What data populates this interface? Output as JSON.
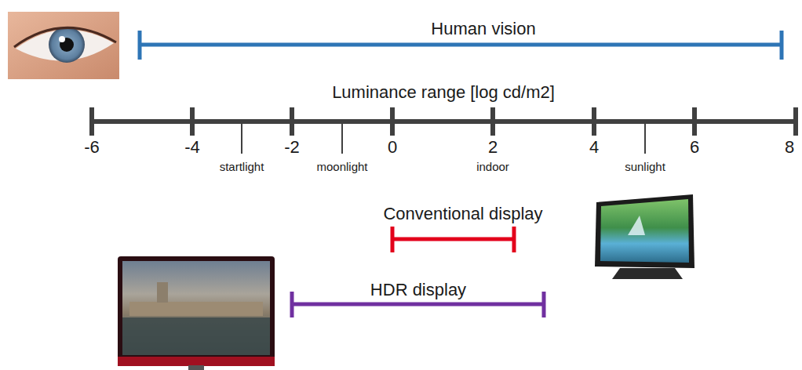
{
  "diagram": {
    "labels": [
      "Human vision",
      "Luminance range [log cd/m2]",
      "-6",
      "-4",
      "-2",
      "0",
      "2",
      "4",
      "6",
      "8",
      "startlight",
      "moonlight",
      "indoor",
      "sunlight",
      "Conventional display",
      "HDR display"
    ]
  }
}
